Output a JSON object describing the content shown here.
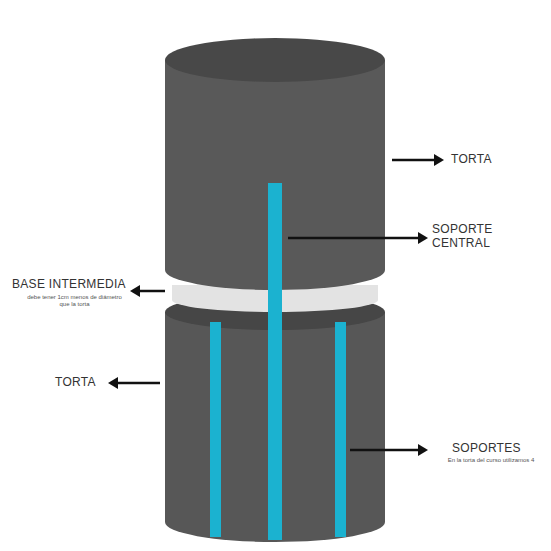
{
  "diagram": {
    "labels": [
      "TORTA",
      "SOPORTE CENTRAL",
      "BASE INTERMEDIA",
      "debe tener 1cm menos de diámetro que la torta",
      "TORTA",
      "SOPORTES",
      "En la torta del curso utilizamos 4"
    ]
  }
}
